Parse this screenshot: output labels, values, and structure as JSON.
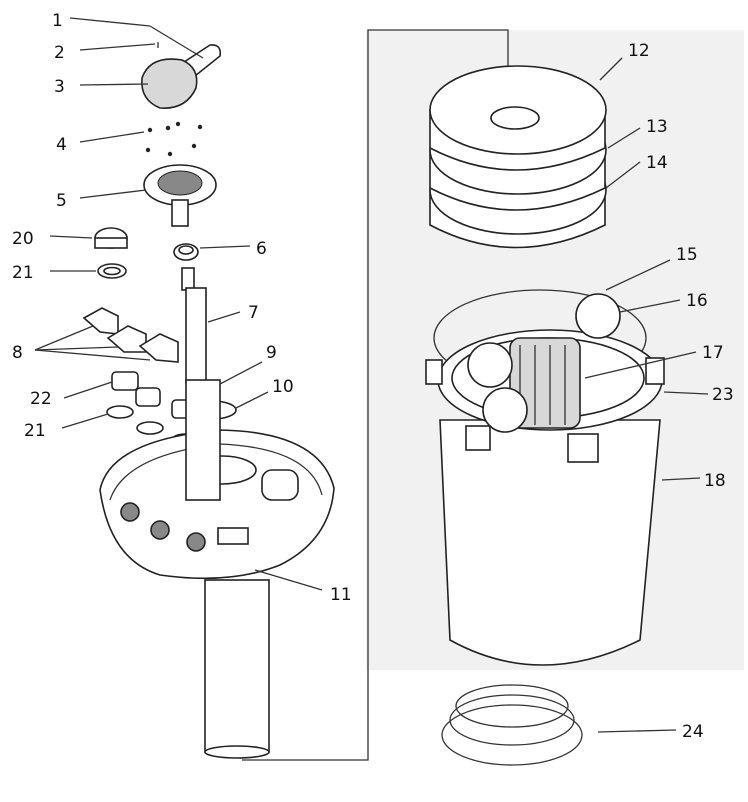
{
  "labels": [
    {
      "id": "1",
      "text": "1"
    },
    {
      "id": "2",
      "text": "2"
    },
    {
      "id": "3",
      "text": "3"
    },
    {
      "id": "4",
      "text": "4"
    },
    {
      "id": "5",
      "text": "5"
    },
    {
      "id": "6",
      "text": "6"
    },
    {
      "id": "7",
      "text": "7"
    },
    {
      "id": "8",
      "text": "8"
    },
    {
      "id": "9",
      "text": "9"
    },
    {
      "id": "10",
      "text": "10"
    },
    {
      "id": "11",
      "text": "11"
    },
    {
      "id": "12",
      "text": "12"
    },
    {
      "id": "13",
      "text": "13"
    },
    {
      "id": "14",
      "text": "14"
    },
    {
      "id": "15",
      "text": "15"
    },
    {
      "id": "16",
      "text": "16"
    },
    {
      "id": "17",
      "text": "17"
    },
    {
      "id": "18",
      "text": "18"
    },
    {
      "id": "20",
      "text": "20"
    },
    {
      "id": "21a",
      "text": "21"
    },
    {
      "id": "21b",
      "text": "21"
    },
    {
      "id": "22",
      "text": "22"
    },
    {
      "id": "23",
      "text": "23"
    },
    {
      "id": "24",
      "text": "24"
    }
  ]
}
